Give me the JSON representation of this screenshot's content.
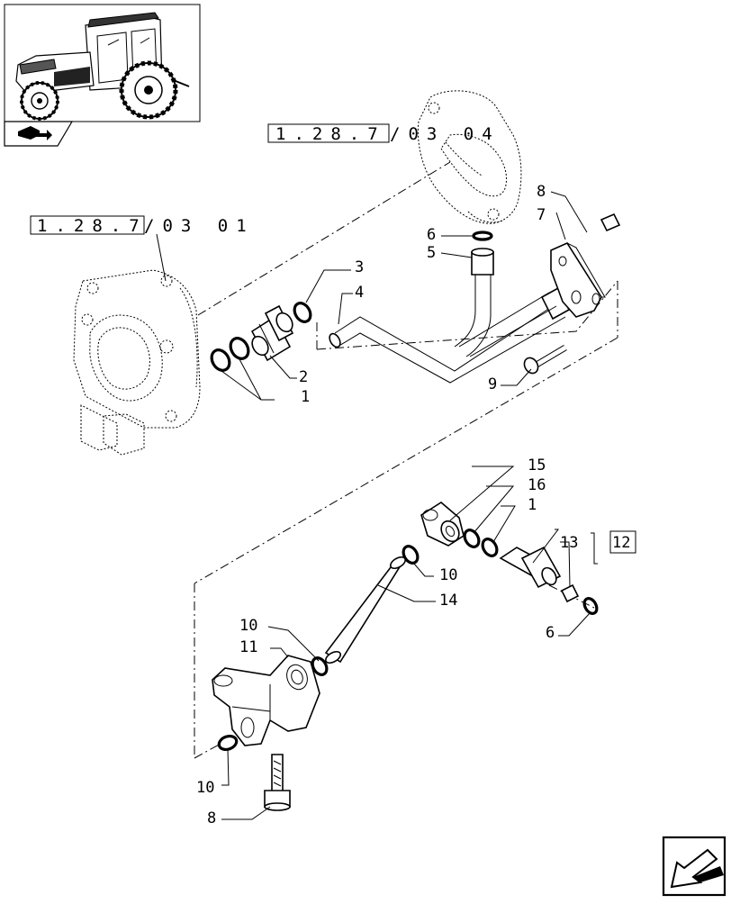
{
  "references": {
    "ref_upper_prefix": "1.28.7",
    "ref_upper_suffix": "/03 04",
    "ref_left_prefix": "1.28.7",
    "ref_left_suffix": "/03 01"
  },
  "callouts": {
    "c1a": "1",
    "c2": "2",
    "c3": "3",
    "c4": "4",
    "c5": "5",
    "c6a": "6",
    "c7": "7",
    "c8a": "8",
    "c9": "9",
    "c15": "15",
    "c16": "16",
    "c1b": "1",
    "c13": "13",
    "c12": "12",
    "c10a": "10",
    "c14": "14",
    "c6b": "6",
    "c10b": "10",
    "c11": "11",
    "c10c": "10",
    "c8b": "8"
  },
  "icons": {
    "thumbnail": "tractor-thumbnail-icon",
    "corner_tag": "book-arrow-icon",
    "nav": "next-page-arrow-icon"
  }
}
